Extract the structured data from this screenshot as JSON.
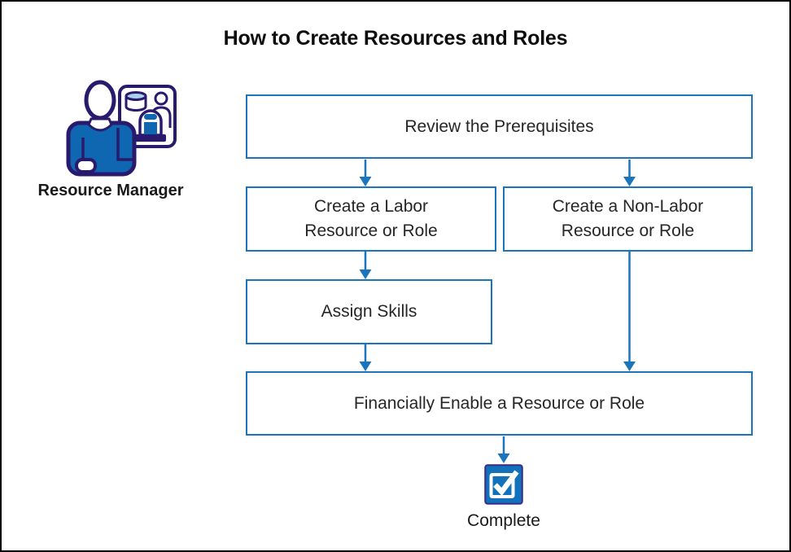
{
  "title": "How to Create Resources and Roles",
  "actor": {
    "label": "Resource Manager",
    "icon": "resource-manager-icon"
  },
  "flow": {
    "nodes": [
      {
        "id": "review",
        "label": "Review the Prerequisites"
      },
      {
        "id": "labor",
        "label": "Create a Labor\nResource or Role"
      },
      {
        "id": "nonlabor",
        "label": "Create a Non-Labor\nResource or Role"
      },
      {
        "id": "skills",
        "label": "Assign Skills"
      },
      {
        "id": "enable",
        "label": "Financially Enable a Resource or Role"
      }
    ],
    "edges": [
      {
        "from": "review",
        "to": "labor"
      },
      {
        "from": "review",
        "to": "nonlabor"
      },
      {
        "from": "labor",
        "to": "skills"
      },
      {
        "from": "skills",
        "to": "enable"
      },
      {
        "from": "nonlabor",
        "to": "enable"
      },
      {
        "from": "enable",
        "to": "complete"
      }
    ],
    "terminal": {
      "label": "Complete",
      "icon": "checkbox-checked-icon"
    }
  },
  "colors": {
    "flow_blue": "#1b75bc",
    "icon_navy": "#2a1a6e",
    "icon_blue": "#0f67b1",
    "icon_light_blue": "#a9d3ec",
    "complete_fill": "#1171ba",
    "complete_border": "#3a2b85",
    "text_dark": "#262626"
  }
}
